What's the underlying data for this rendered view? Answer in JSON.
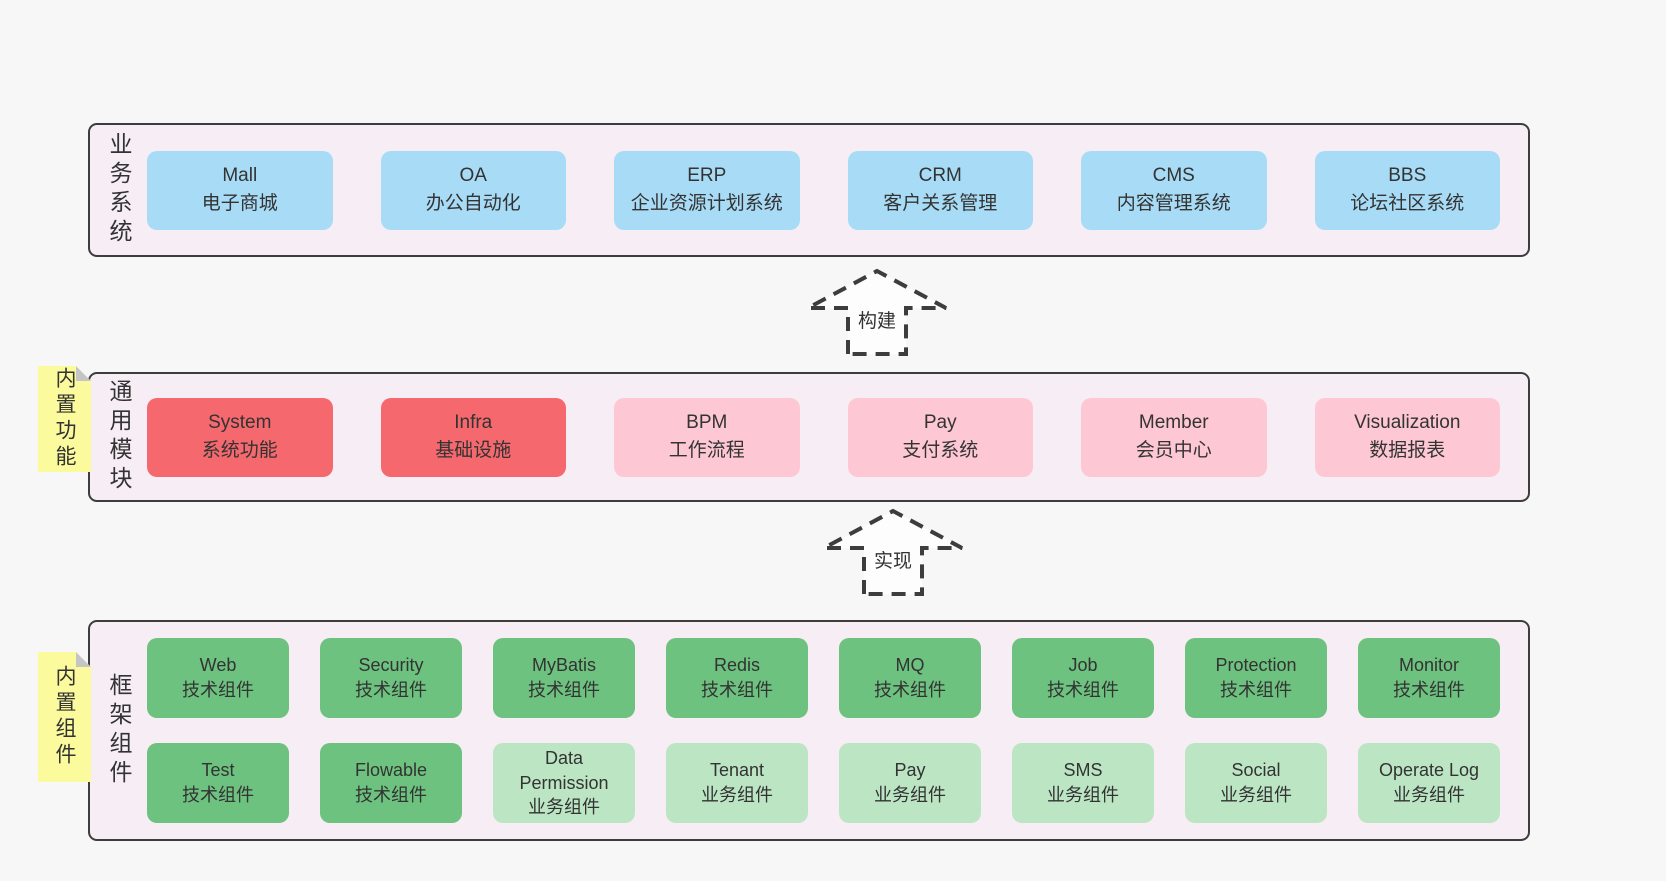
{
  "colors": {
    "page_bg": "#f7f7f7",
    "section_bg": "#f7edf5",
    "section_border": "#3d3d3d",
    "blue": "#a8dcf6",
    "red": "#f5696e",
    "pink": "#fdc8d3",
    "green": "#6dc27f",
    "light_green": "#bce5c4",
    "sticky_yellow": "#fbfa9d",
    "sticky_fold": "#c5c4c6",
    "text": "#333333",
    "arrow_fill": "#fdfdfd"
  },
  "sections": [
    {
      "label": "业务系统",
      "boxes": [
        {
          "name": "Mall",
          "desc": "电子商城",
          "color": "blue"
        },
        {
          "name": "OA",
          "desc": "办公自动化",
          "color": "blue"
        },
        {
          "name": "ERP",
          "desc": "企业资源计划系统",
          "color": "blue"
        },
        {
          "name": "CRM",
          "desc": "客户关系管理",
          "color": "blue"
        },
        {
          "name": "CMS",
          "desc": "内容管理系统",
          "color": "blue"
        },
        {
          "name": "BBS",
          "desc": "论坛社区系统",
          "color": "blue"
        }
      ]
    },
    {
      "label": "通用模块",
      "sticky": "内置功能",
      "boxes": [
        {
          "name": "System",
          "desc": "系统功能",
          "color": "red"
        },
        {
          "name": "Infra",
          "desc": "基础设施",
          "color": "red"
        },
        {
          "name": "BPM",
          "desc": "工作流程",
          "color": "pink"
        },
        {
          "name": "Pay",
          "desc": "支付系统",
          "color": "pink"
        },
        {
          "name": "Member",
          "desc": "会员中心",
          "color": "pink"
        },
        {
          "name": "Visualization",
          "desc": "数据报表",
          "color": "pink"
        }
      ]
    },
    {
      "label": "框架组件",
      "sticky": "内置组件",
      "boxes": [
        {
          "name": "Web",
          "desc": "技术组件",
          "color": "green"
        },
        {
          "name": "Security",
          "desc": "技术组件",
          "color": "green"
        },
        {
          "name": "MyBatis",
          "desc": "技术组件",
          "color": "green"
        },
        {
          "name": "Redis",
          "desc": "技术组件",
          "color": "green"
        },
        {
          "name": "MQ",
          "desc": "技术组件",
          "color": "green"
        },
        {
          "name": "Job",
          "desc": "技术组件",
          "color": "green"
        },
        {
          "name": "Protection",
          "desc": "技术组件",
          "color": "green"
        },
        {
          "name": "Monitor",
          "desc": "技术组件",
          "color": "green"
        },
        {
          "name": "Test",
          "desc": "技术组件",
          "color": "green"
        },
        {
          "name": "Flowable",
          "desc": "技术组件",
          "color": "green"
        },
        {
          "name": "Data Permission",
          "desc": "业务组件",
          "color": "lightgreen"
        },
        {
          "name": "Tenant",
          "desc": "业务组件",
          "color": "lightgreen"
        },
        {
          "name": "Pay",
          "desc": "业务组件",
          "color": "lightgreen"
        },
        {
          "name": "SMS",
          "desc": "业务组件",
          "color": "lightgreen"
        },
        {
          "name": "Social",
          "desc": "业务组件",
          "color": "lightgreen"
        },
        {
          "name": "Operate Log",
          "desc": "业务组件",
          "color": "lightgreen"
        }
      ]
    }
  ],
  "arrows": [
    {
      "label": "构建"
    },
    {
      "label": "实现"
    }
  ]
}
